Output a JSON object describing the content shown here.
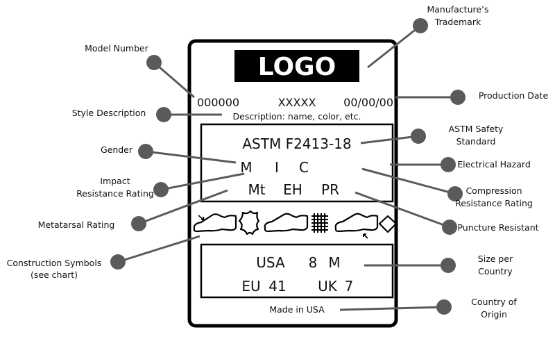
{
  "label": {
    "logo": "LOGO",
    "model_number": "000000",
    "style_code": "XXXXX",
    "production_date": "00/00/00",
    "description": "Description: name, color, etc.",
    "standard": "ASTM F2413-18",
    "row1": [
      "M",
      "I",
      "C"
    ],
    "row2": [
      "Mt",
      "EH",
      "PR"
    ],
    "size_line1": [
      "USA",
      "8",
      "M"
    ],
    "size_line2": [
      "EU",
      "41",
      "UK",
      "7"
    ],
    "origin": "Made in USA",
    "construction_symbols": [
      "shoe-metatarsal-icon",
      "leather-hide-icon",
      "shoe-icon",
      "mesh-icon",
      "shoe-puncture-icon",
      "diamond-icon"
    ]
  },
  "callouts": {
    "model_number": "Model Number",
    "trademark": [
      "Manufacture’s",
      "Trademark"
    ],
    "production_date": "Production Date",
    "style_description": "Style Description",
    "astm": [
      "ASTM Safety",
      "Standard"
    ],
    "gender": "Gender",
    "electrical": "Electrical Hazard",
    "impact": [
      "Impact",
      "Resistance Rating"
    ],
    "compression": [
      "Compression",
      "Resistance Rating"
    ],
    "metatarsal": "Metatarsal Rating",
    "puncture": "Puncture Resistant",
    "construction": [
      "Construction Symbols",
      "(see chart)"
    ],
    "size": [
      "Size per",
      "Country"
    ],
    "origin": [
      "Country of",
      "Origin"
    ]
  },
  "colors": {
    "callout": "#5a5a5a",
    "ink": "#000000"
  }
}
